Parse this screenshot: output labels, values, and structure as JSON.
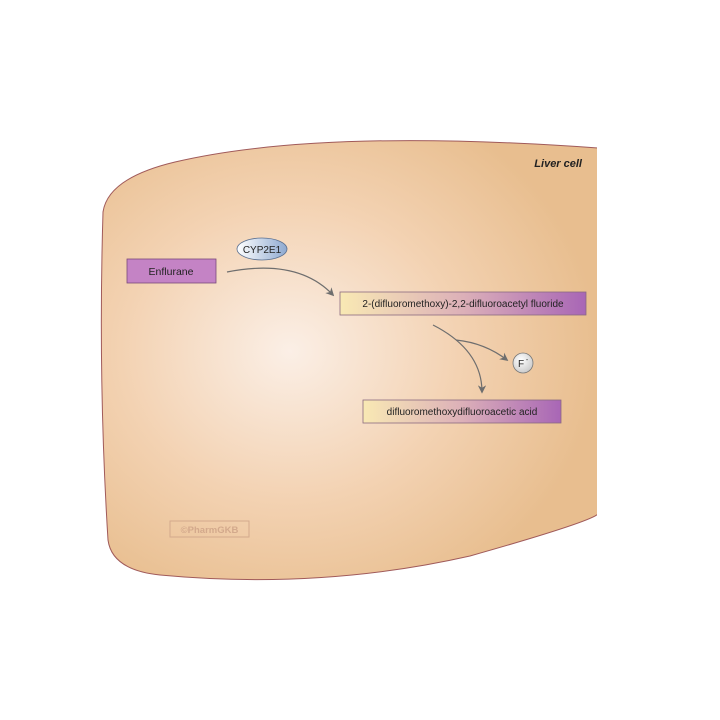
{
  "cell": {
    "label": "Liver cell"
  },
  "enzyme": {
    "label": "CYP2E1"
  },
  "nodes": {
    "substrate": {
      "label": "Enflurane"
    },
    "intermediate": {
      "label": "2-(difluoromethoxy)-2,2-difluoroacetyl fluoride"
    },
    "product": {
      "label": "difluoromethoxydifluoroacetic acid"
    },
    "byproduct": {
      "label": "F",
      "charge": "-"
    }
  },
  "watermark": {
    "label": "©PharmGKB"
  },
  "colors": {
    "cell_center": "#fbeee4",
    "cell_edge": "#e9bf8e",
    "cell_border": "#a05a5a",
    "box_purple": "#c382c4",
    "box_border": "#7a4a7a",
    "box_yellow": "#f8e6b0",
    "box_violet": "#a865b5",
    "enzyme_blue": "#9fb6d6",
    "arrow": "#6e6e6e"
  }
}
